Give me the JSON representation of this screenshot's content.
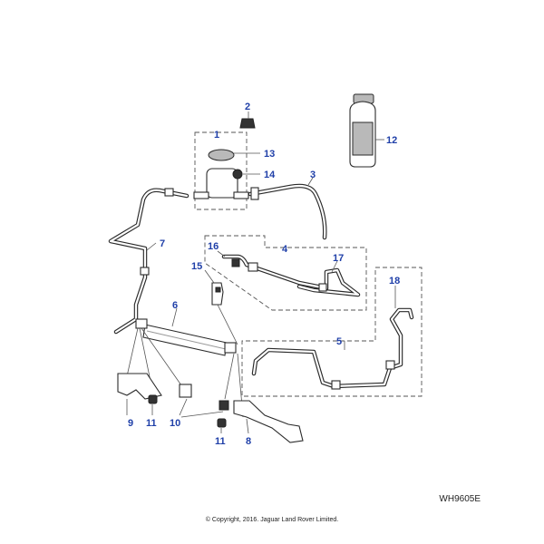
{
  "callouts": {
    "c1": "1",
    "c2": "2",
    "c3": "3",
    "c4": "4",
    "c5": "5",
    "c6": "6",
    "c7": "7",
    "c8": "8",
    "c9": "9",
    "c10": "10",
    "c11a": "11",
    "c11b": "11",
    "c12": "12",
    "c13": "13",
    "c14": "14",
    "c15": "15",
    "c16": "16",
    "c17": "17",
    "c18": "18"
  },
  "reference_code": "WH9605E",
  "copyright": "© Copyright, 2016. Jaguar Land Rover Limited.",
  "colors": {
    "callout": "#1f3fa8",
    "line": "#2a2a2a"
  }
}
